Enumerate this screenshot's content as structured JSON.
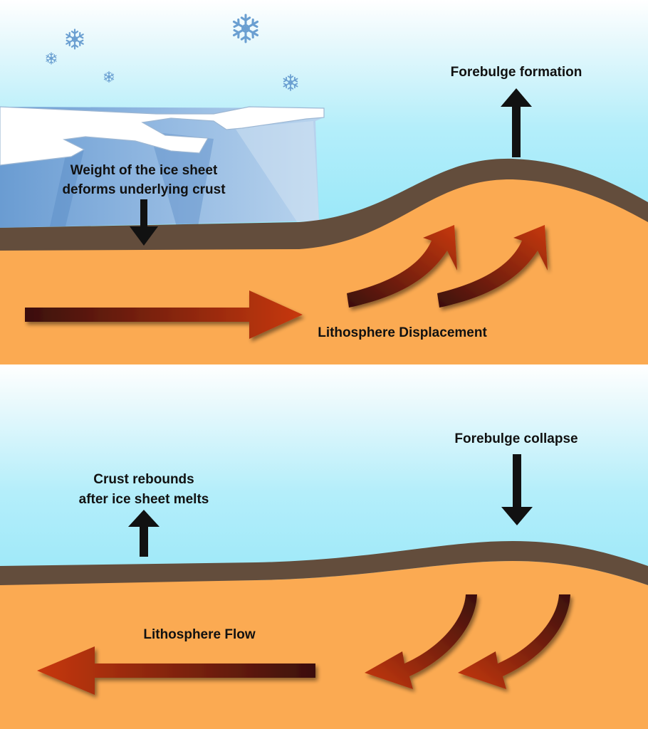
{
  "panels": [
    {
      "labels": {
        "ice_weight_line1": "Weight of the ice sheet",
        "ice_weight_line2": "deforms underlying crust",
        "forebulge": "Forebulge formation",
        "displacement": "Lithosphere Displacement"
      }
    },
    {
      "labels": {
        "rebound_line1": "Crust rebounds",
        "rebound_line2": "after ice sheet melts",
        "forebulge": "Forebulge collapse",
        "flow": "Lithosphere Flow"
      }
    }
  ],
  "colors": {
    "sky_top": "#ffffff",
    "sky_bottom": "#8fe6f8",
    "mantle": "#fbaa52",
    "crust": "#634d3c",
    "ice_light": "#a9c9e8",
    "ice_dark": "#5f93cc",
    "ice_top": "#ffffff",
    "arrow_dark": "#3a0f0a",
    "arrow_red": "#c33412",
    "snowflake": "#6a9fd1",
    "black_arrow": "#111111"
  },
  "icons": [
    "snowflake-icon",
    "down-arrow-icon",
    "up-arrow-icon"
  ]
}
